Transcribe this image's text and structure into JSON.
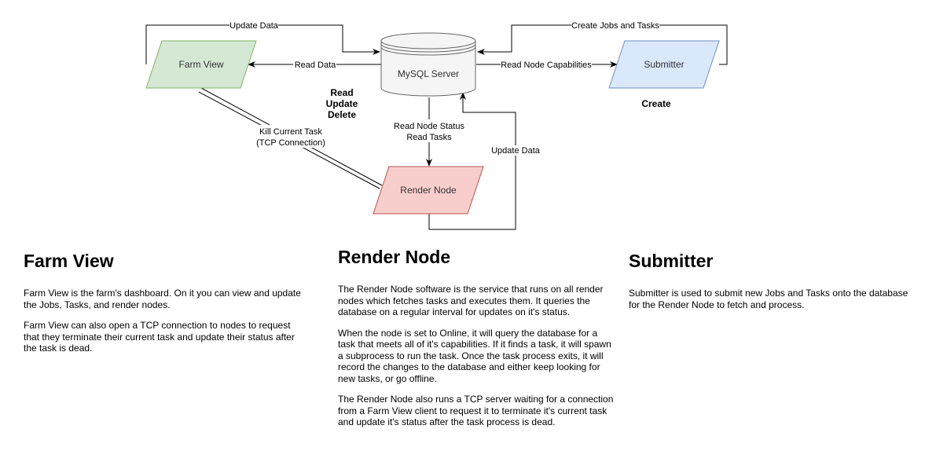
{
  "diagram": {
    "nodes": {
      "farm_view": "Farm View",
      "mysql": "MySQL Server",
      "submitter": "Submitter",
      "render_node": "Render Node"
    },
    "edges": {
      "update_data_top": "Update Data",
      "read_data": "Read Data",
      "create_jobs": "Create Jobs and Tasks",
      "read_node_caps": "Read Node Capabilities",
      "kill_task_1": "Kill Current Task",
      "kill_task_2": "(TCP Connection)",
      "read_node_status_1": "Read Node Status",
      "read_node_status_2": "Read Tasks",
      "update_data_right": "Update Data"
    },
    "annotations": {
      "farm_view_ops": [
        "Read",
        "Update",
        "Delete"
      ],
      "submitter_op": "Create"
    },
    "colors": {
      "farm_view_fill": "#d5e8d4",
      "farm_view_stroke": "#82b366",
      "submitter_fill": "#dae8fc",
      "submitter_stroke": "#6c8ebf",
      "render_fill": "#f8cecc",
      "render_stroke": "#b85450",
      "db_fill": "#f5f5f5",
      "db_stroke": "#666666"
    }
  },
  "sections": {
    "farm_view": {
      "title": "Farm View",
      "paragraphs": [
        "Farm View is the farm's dashboard. On it you can view and update the Jobs, Tasks, and render nodes.",
        "Farm View can also open a TCP connection to nodes to request that they terminate their current task and update their status after the task is dead."
      ]
    },
    "render_node": {
      "title": "Render Node",
      "paragraphs": [
        "The Render Node software is the service that runs on all render nodes which fetches tasks and executes them. It queries the database on a regular interval for updates on it's status.",
        "When the node is set to Online, it will query the database for a task that meets all of it's capabilities. If it finds a task, it will spawn a subprocess to run the task. Once the task process exits, it will record the changes to the database and either keep looking for new tasks, or go offline.",
        "The Render Node also runs a TCP server waiting for a connection from a Farm View client to request it to terminate it's current task and update it's status after the task process is dead."
      ]
    },
    "submitter": {
      "title": "Submitter",
      "paragraphs": [
        "Submitter is used to submit new Jobs and Tasks onto the database for the Render Node to fetch and process."
      ]
    }
  }
}
